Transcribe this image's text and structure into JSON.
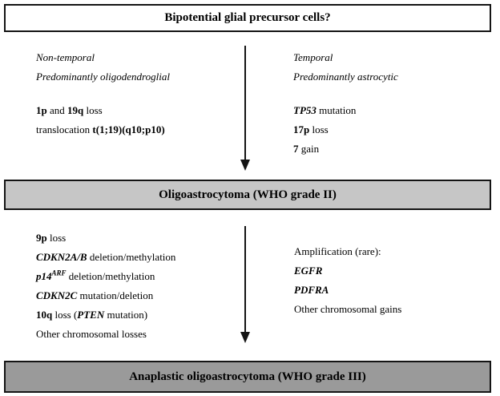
{
  "boxes": {
    "top": {
      "label": "Bipotential glial precursor cells?"
    },
    "middle": {
      "label": "Oligoastrocytoma (WHO grade II)"
    },
    "bottom": {
      "label": "Anaplastic oligoastrocytoma (WHO grade III)"
    }
  },
  "colors": {
    "middle_box_bg": "#c6c6c6",
    "bottom_box_bg": "#9a9a9a",
    "border": "#141414",
    "arrow": "#141414"
  },
  "sections": {
    "upper_left": {
      "subtitle_lines": [
        [
          {
            "t": "Non-temporal",
            "i": true
          }
        ],
        [
          {
            "t": "Predominantly oligodendroglial",
            "i": true
          }
        ]
      ],
      "mutation_lines": [
        [
          {
            "t": "1p",
            "b": true
          },
          {
            "t": " and "
          },
          {
            "t": "19q",
            "b": true
          },
          {
            "t": " loss"
          }
        ],
        [
          {
            "t": "translocation "
          },
          {
            "t": "t(1;19)(q10;p10)",
            "b": true
          }
        ]
      ]
    },
    "upper_right": {
      "subtitle_lines": [
        [
          {
            "t": "Temporal",
            "i": true
          }
        ],
        [
          {
            "t": "Predominantly astrocytic",
            "i": true
          }
        ]
      ],
      "mutation_lines": [
        [
          {
            "t": "TP53",
            "b": true,
            "i": true
          },
          {
            "t": " mutation"
          }
        ],
        [
          {
            "t": "17p",
            "b": true
          },
          {
            "t": " loss"
          }
        ],
        [
          {
            "t": "7",
            "b": true
          },
          {
            "t": " gain"
          }
        ]
      ]
    },
    "lower_left": {
      "lines": [
        [
          {
            "t": "9p",
            "b": true
          },
          {
            "t": " loss"
          }
        ],
        [
          {
            "t": "CDKN2A/B",
            "b": true,
            "i": true
          },
          {
            "t": " deletion/methylation"
          }
        ],
        [
          {
            "t": "p14",
            "b": true,
            "i": true
          },
          {
            "t": "ARF",
            "b": true,
            "i": true,
            "sup": true
          },
          {
            "t": " deletion/methylation"
          }
        ],
        [
          {
            "t": "CDKN2C",
            "b": true,
            "i": true
          },
          {
            "t": " mutation/deletion"
          }
        ],
        [
          {
            "t": "10q",
            "b": true
          },
          {
            "t": " loss ("
          },
          {
            "t": "PTEN",
            "b": true,
            "i": true
          },
          {
            "t": " mutation)"
          }
        ],
        [
          {
            "t": "Other chromosomal losses"
          }
        ]
      ]
    },
    "lower_right": {
      "lines": [
        [
          {
            "t": "Amplification (rare):"
          }
        ],
        [
          {
            "t": "EGFR",
            "b": true,
            "i": true
          }
        ],
        [
          {
            "t": "PDFRA",
            "b": true,
            "i": true
          }
        ],
        [
          {
            "t": "Other chromosomal gains"
          }
        ]
      ]
    }
  }
}
